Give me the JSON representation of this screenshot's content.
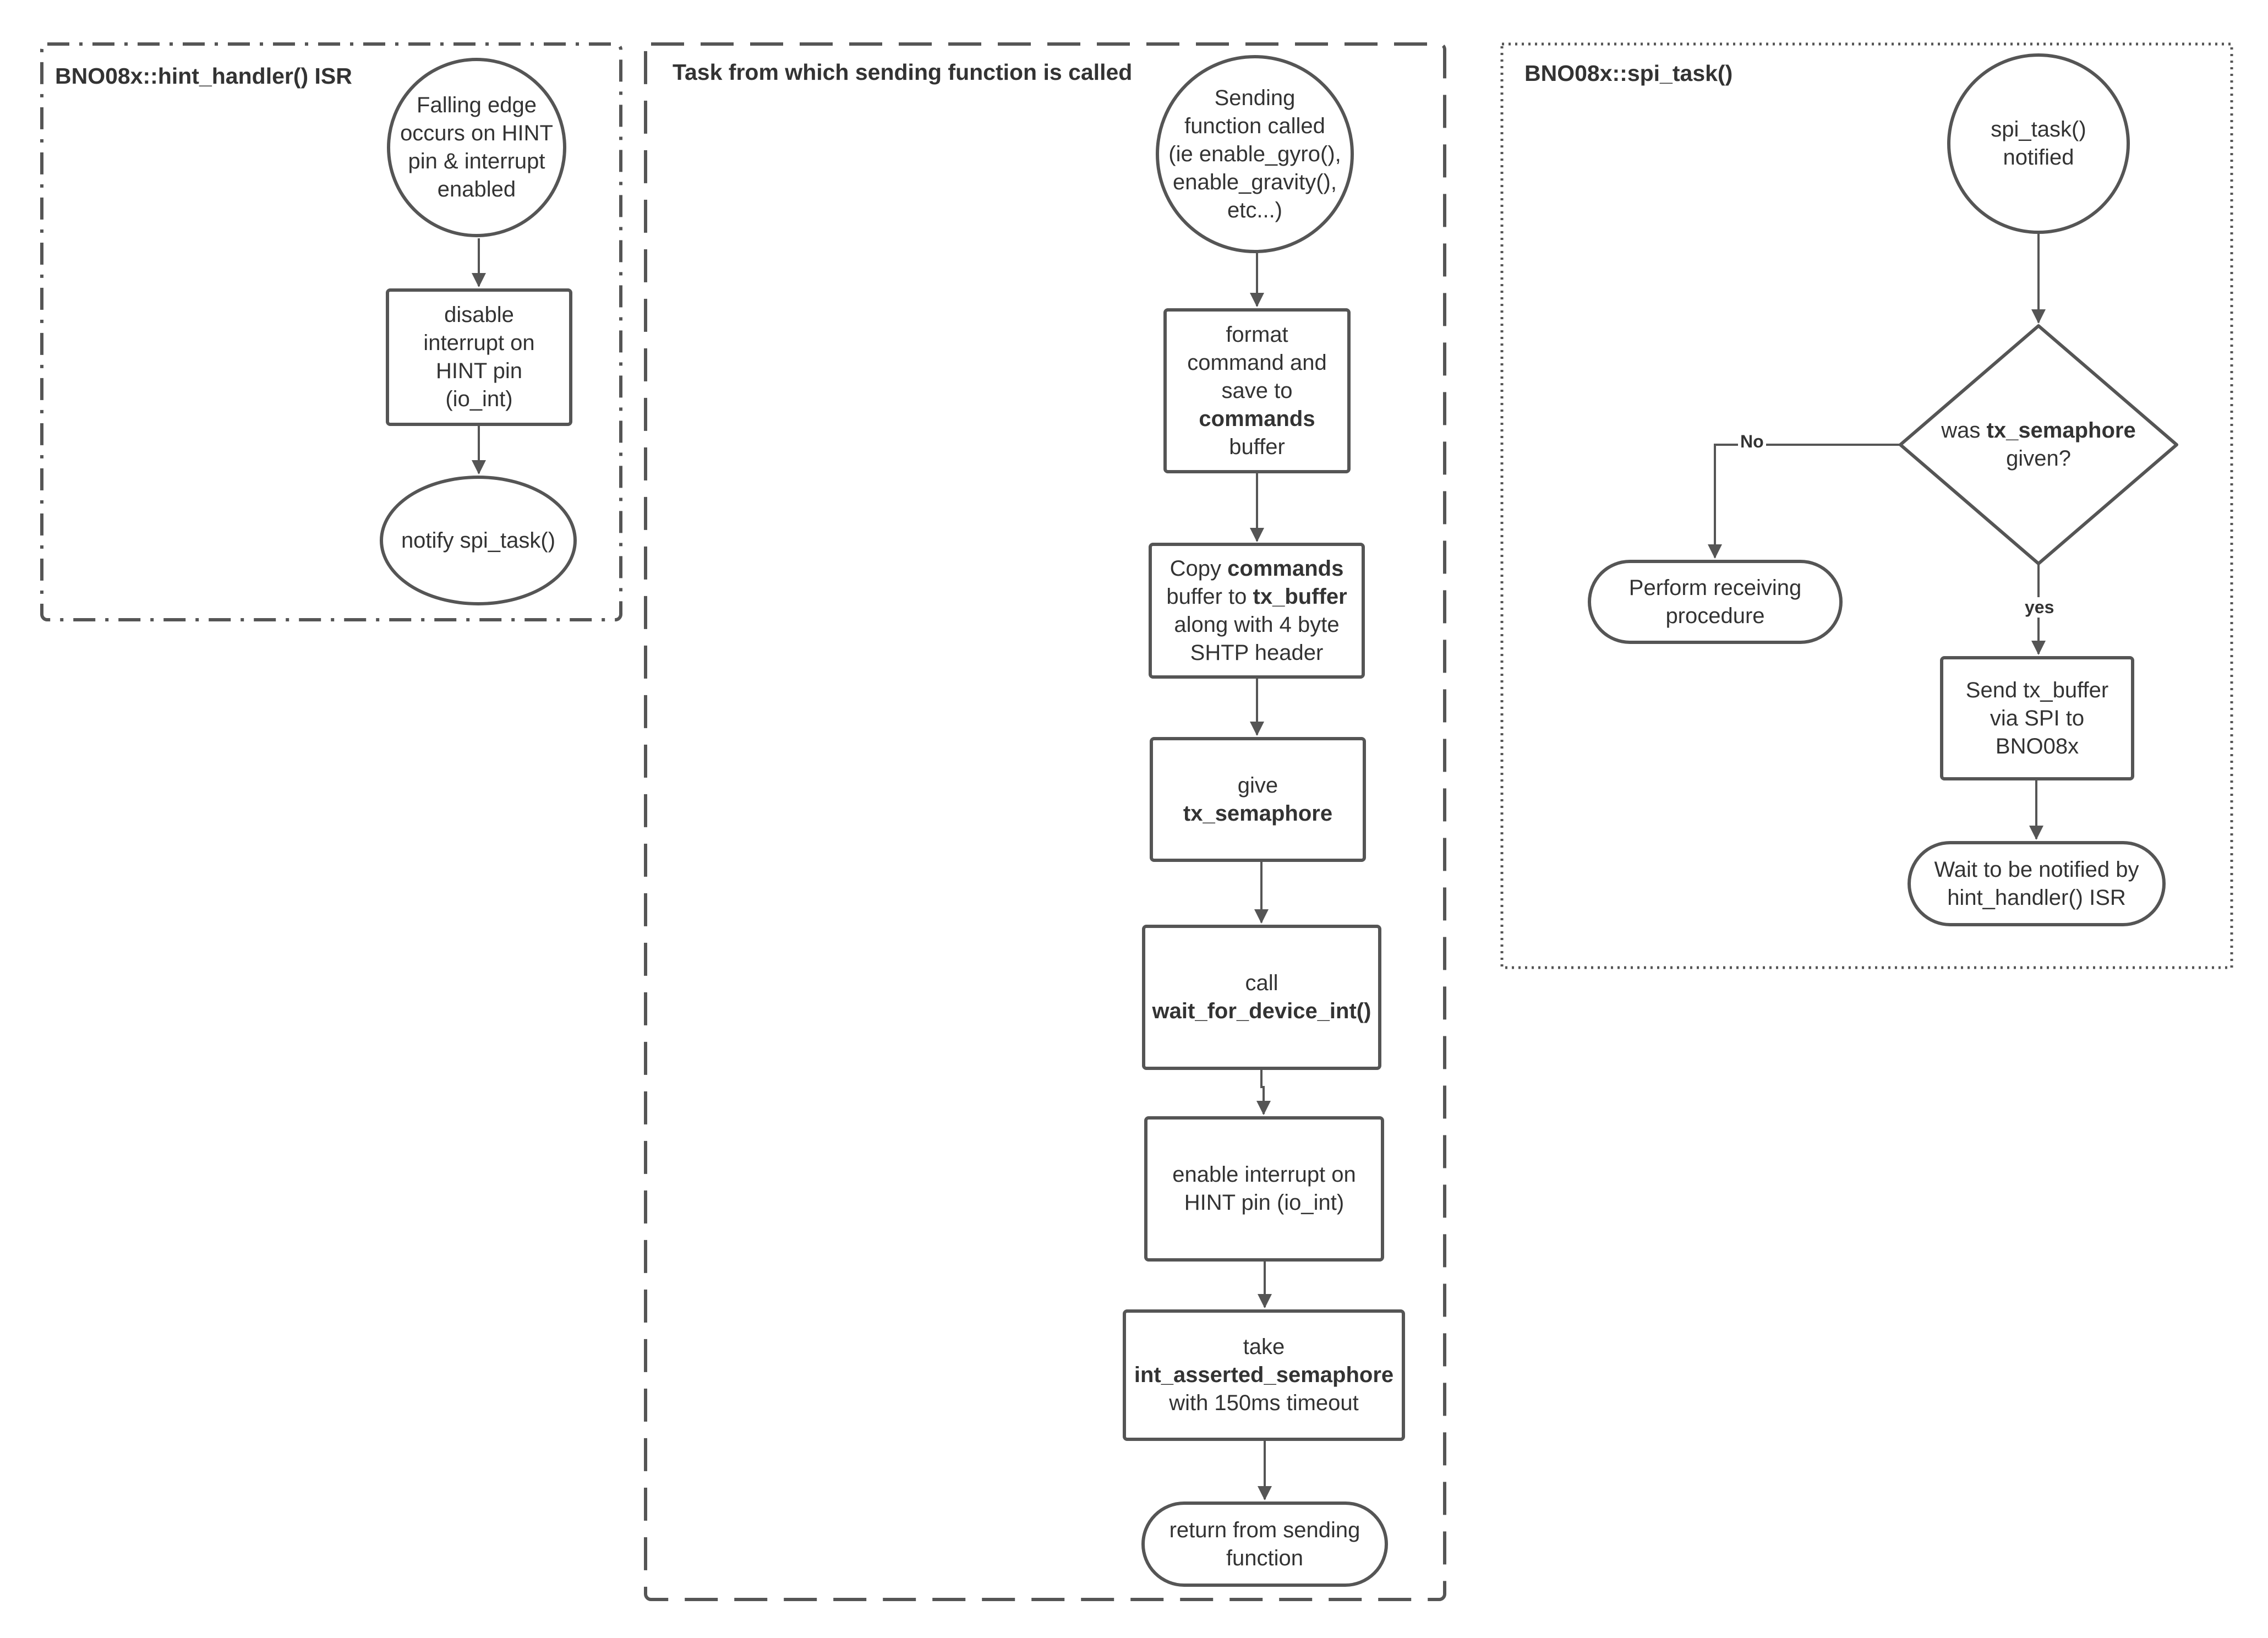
{
  "containers": {
    "hint_handler": {
      "title": "BNO08x::hint_handler() ISR"
    },
    "sending_task": {
      "title": "Task from which sending function is called"
    },
    "spi_task": {
      "title": "BNO08x::spi_task()"
    }
  },
  "nodes": {
    "falling_edge": {
      "lines": [
        "Falling edge",
        "occurs on HINT",
        "pin & interrupt",
        "enabled"
      ]
    },
    "disable_interrupt": {
      "lines": [
        "disable",
        "interrupt on",
        "HINT pin",
        "(io_int)"
      ]
    },
    "notify_spi_task": {
      "lines": [
        "notify spi_task()"
      ]
    },
    "sending_function_called": {
      "lines": [
        "Sending",
        "function called",
        "(ie enable_gyro(),",
        "enable_gravity(),",
        "etc...)"
      ]
    },
    "format_command": {
      "l1": "format",
      "l2": "command and",
      "l3": "save to",
      "l4_bold": "commands",
      "l5": "buffer"
    },
    "copy_commands": {
      "l1_pre": "Copy ",
      "l1_bold": "commands",
      "l2_pre": "buffer to ",
      "l2_bold": "tx_buffer",
      "l3": "along with 4 byte",
      "l4": "SHTP header"
    },
    "give_semaphore": {
      "l1": "give",
      "l2_bold": "tx_semaphore"
    },
    "call_wait": {
      "l1": "call",
      "l2_bold": "wait_for_device_int()"
    },
    "enable_interrupt": {
      "lines": [
        "enable interrupt on",
        "HINT pin (io_int)"
      ]
    },
    "take_semaphore": {
      "l1": "take",
      "l2_bold": "int_asserted_semaphore",
      "l3": "with 150ms timeout"
    },
    "return_sending": {
      "lines": [
        "return from sending",
        "function"
      ]
    },
    "spi_task_notified": {
      "lines": [
        "spi_task()",
        "notified"
      ]
    },
    "decision": {
      "l1_pre": "was ",
      "l1_bold": "tx_semaphore",
      "l2": "given?"
    },
    "perform_receiving": {
      "lines": [
        "Perform receiving",
        "procedure"
      ]
    },
    "send_tx_buffer": {
      "lines": [
        "Send tx_buffer",
        "via SPI to",
        "BNO08x"
      ]
    },
    "wait_notified": {
      "lines": [
        "Wait to be notified by",
        "hint_handler() ISR"
      ]
    }
  },
  "edge_labels": {
    "no": "No",
    "yes": "yes"
  },
  "colors": {
    "stroke": "#555555",
    "text": "#333333",
    "background": "#ffffff"
  }
}
